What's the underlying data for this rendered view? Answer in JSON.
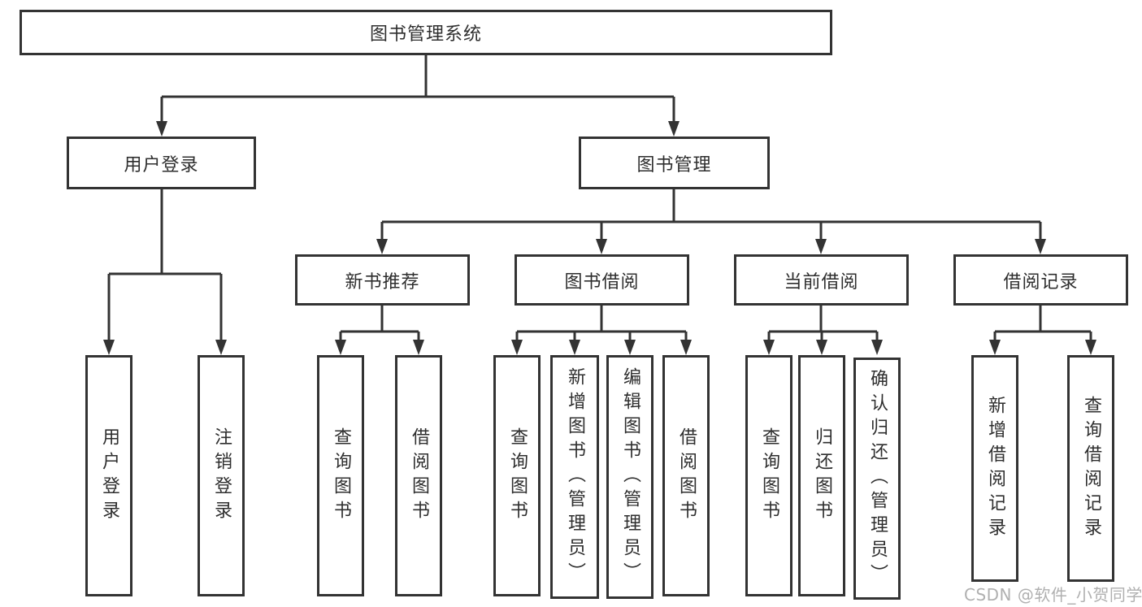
{
  "colors": {
    "line": "#333333",
    "text": "#2e2e2e",
    "watermark": "#b0b0b0",
    "background": "#ffffff"
  },
  "tree": {
    "root": {
      "label": "图书管理系统"
    },
    "children": [
      {
        "label": "用户登录",
        "children": [
          {
            "label": "用户登录"
          },
          {
            "label": "注销登录"
          }
        ]
      },
      {
        "label": "图书管理",
        "children": [
          {
            "label": "新书推荐",
            "children": [
              {
                "label": "查询图书"
              },
              {
                "label": "借阅图书"
              }
            ]
          },
          {
            "label": "图书借阅",
            "children": [
              {
                "label": "查询图书"
              },
              {
                "label": "新增图书（管理员）"
              },
              {
                "label": "编辑图书（管理员）"
              },
              {
                "label": "借阅图书"
              }
            ]
          },
          {
            "label": "当前借阅",
            "children": [
              {
                "label": "查询图书"
              },
              {
                "label": "归还图书"
              },
              {
                "label": "确认归还（管理员）"
              }
            ]
          },
          {
            "label": "借阅记录",
            "children": [
              {
                "label": "新增借阅记录"
              },
              {
                "label": "查询借阅记录"
              }
            ]
          }
        ]
      }
    ]
  },
  "watermark": "CSDN @软件_小贺同学"
}
